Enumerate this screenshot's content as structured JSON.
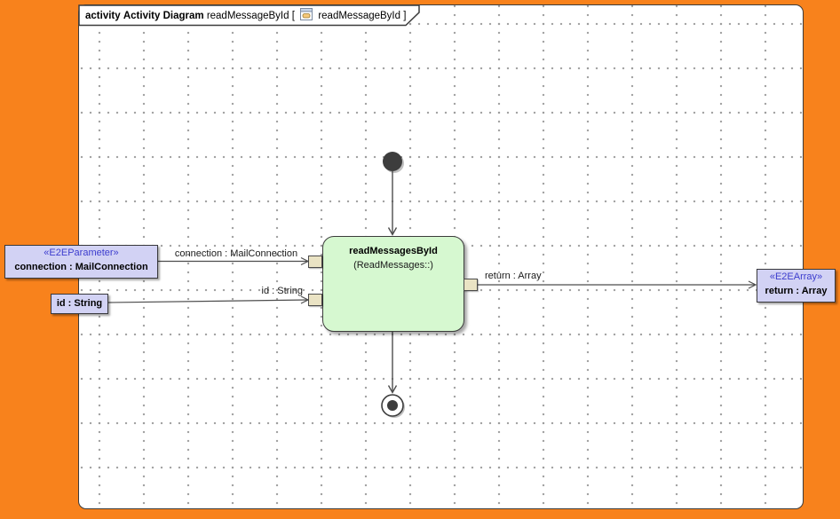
{
  "colors": {
    "desktop_orange": "#F8821C",
    "action_green": "#D6F8D0",
    "object_lavender": "#D2D2F4",
    "pin_tan": "#EAE3C4",
    "stereotype_blue": "#3C3CCE",
    "edge_gray": "#4d4d4d"
  },
  "frame": {
    "keyword": "activity",
    "kind": "Activity Diagram",
    "name": "readMessageById",
    "open_bracket": "[",
    "context": "readMessageById",
    "close_bracket": "]",
    "icon": "activity-diagram-icon"
  },
  "action": {
    "name": "readMessagesById",
    "subtitle": "(ReadMessages::)"
  },
  "objects": {
    "connection": {
      "stereotype": "«E2EParameter»",
      "label": "connection : MailConnection"
    },
    "id": {
      "label": "id : String"
    },
    "return_obj": {
      "stereotype": "«E2EArray»",
      "label": "return : Array"
    }
  },
  "edge_labels": {
    "connection": "connection : MailConnection",
    "id": "id : String",
    "return_label": "return : Array"
  }
}
